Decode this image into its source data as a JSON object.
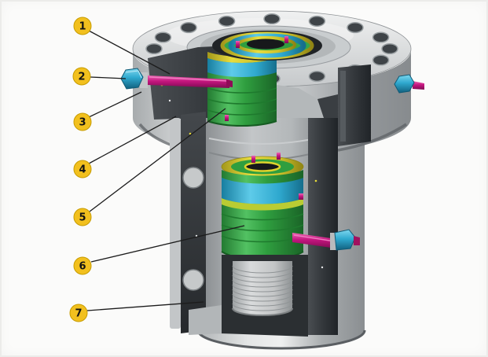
{
  "colors": {
    "callout_fill": "#f2c01e",
    "callout_border": "#c79c00",
    "callout_text": "#141414",
    "leader_line": "#1c1c1c",
    "hanger_green": "#2f9e3f",
    "seal_cyan": "#2fa9cf",
    "ring_yellow": "#e0d432",
    "bolt_magenta": "#c4167f",
    "bolt_head_cyan": "#3fb3d6",
    "metal_light": "#e8e9ea",
    "section_dark": "#33373b"
  },
  "callouts": [
    {
      "label": "1"
    },
    {
      "label": "2"
    },
    {
      "label": "3"
    },
    {
      "label": "4"
    },
    {
      "label": "5"
    },
    {
      "label": "6"
    },
    {
      "label": "7"
    }
  ]
}
